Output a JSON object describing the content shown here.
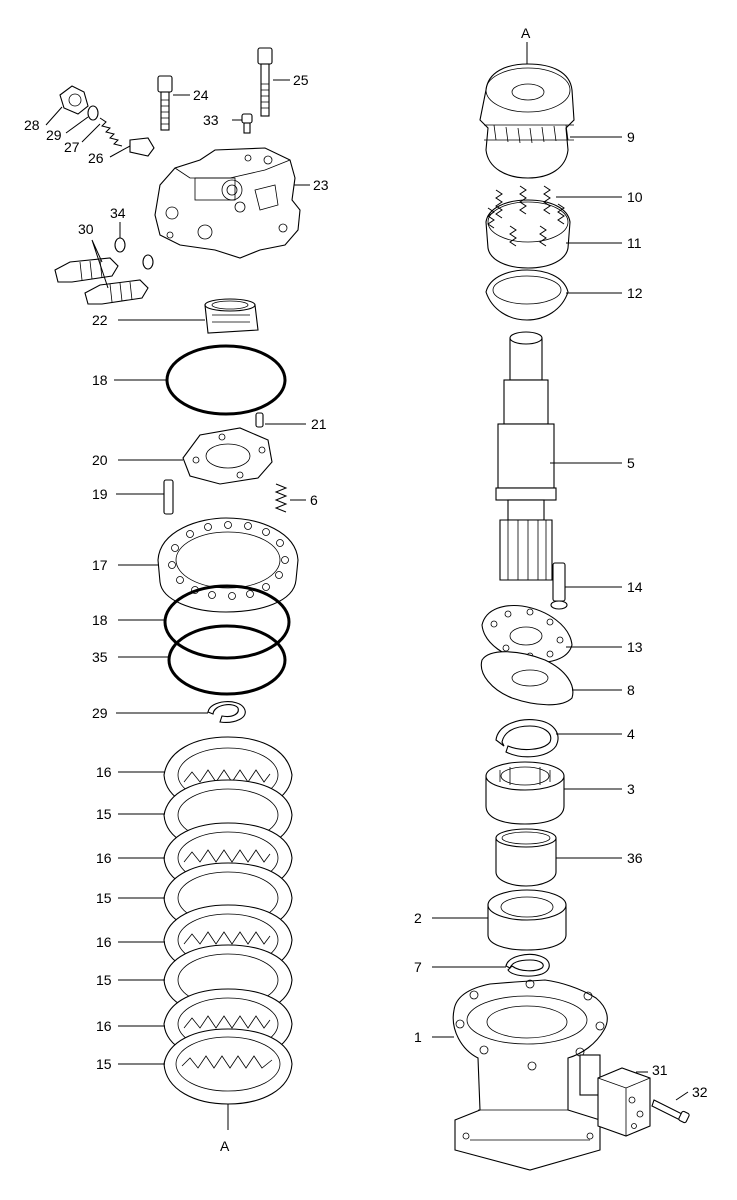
{
  "diagram": {
    "section_top_label": "A",
    "section_bottom_label": "A",
    "callouts": {
      "c1": "1",
      "c2": "2",
      "c3": "3",
      "c4": "4",
      "c5": "5",
      "c6": "6",
      "c7": "7",
      "c8": "8",
      "c9": "9",
      "c10": "10",
      "c11": "11",
      "c12": "12",
      "c13": "13",
      "c14": "14",
      "c15a": "15",
      "c15b": "15",
      "c15c": "15",
      "c15d": "15",
      "c16a": "16",
      "c16b": "16",
      "c16c": "16",
      "c16d": "16",
      "c17": "17",
      "c18a": "18",
      "c18b": "18",
      "c19": "19",
      "c20": "20",
      "c21": "21",
      "c22": "22",
      "c23": "23",
      "c24": "24",
      "c25": "25",
      "c26": "26",
      "c27": "27",
      "c28": "28",
      "c29a": "29",
      "c29b": "29",
      "c30": "30",
      "c31": "31",
      "c32": "32",
      "c33": "33",
      "c34": "34",
      "c35": "35",
      "c36": "36"
    }
  }
}
